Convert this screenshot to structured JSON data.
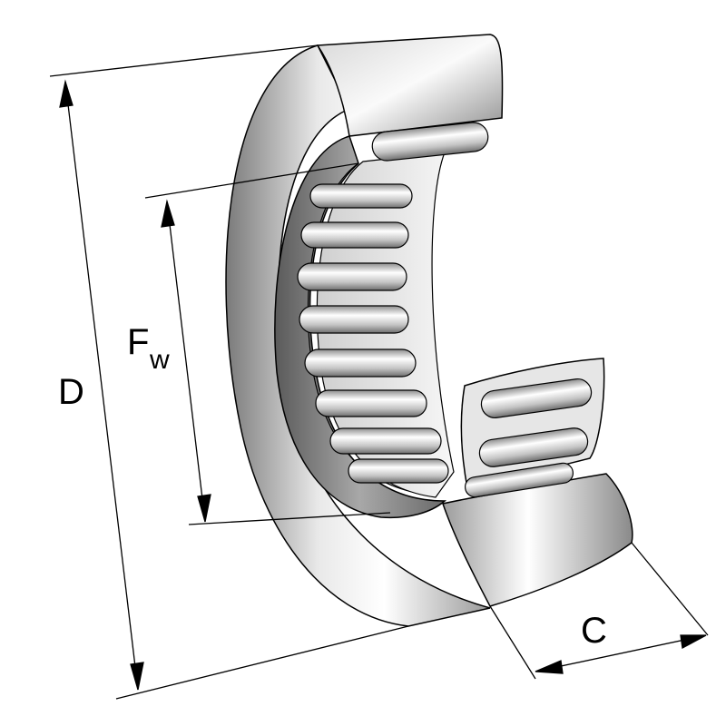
{
  "labels": {
    "outer_diameter": "D",
    "roller_set_bore": "F",
    "roller_set_bore_sub": "w",
    "width": "C"
  },
  "colors": {
    "line": "#000000",
    "steel_light": "#f2f2f2",
    "steel_mid": "#b9b9b9",
    "steel_dark": "#6e6e6e",
    "background": "#ffffff"
  }
}
